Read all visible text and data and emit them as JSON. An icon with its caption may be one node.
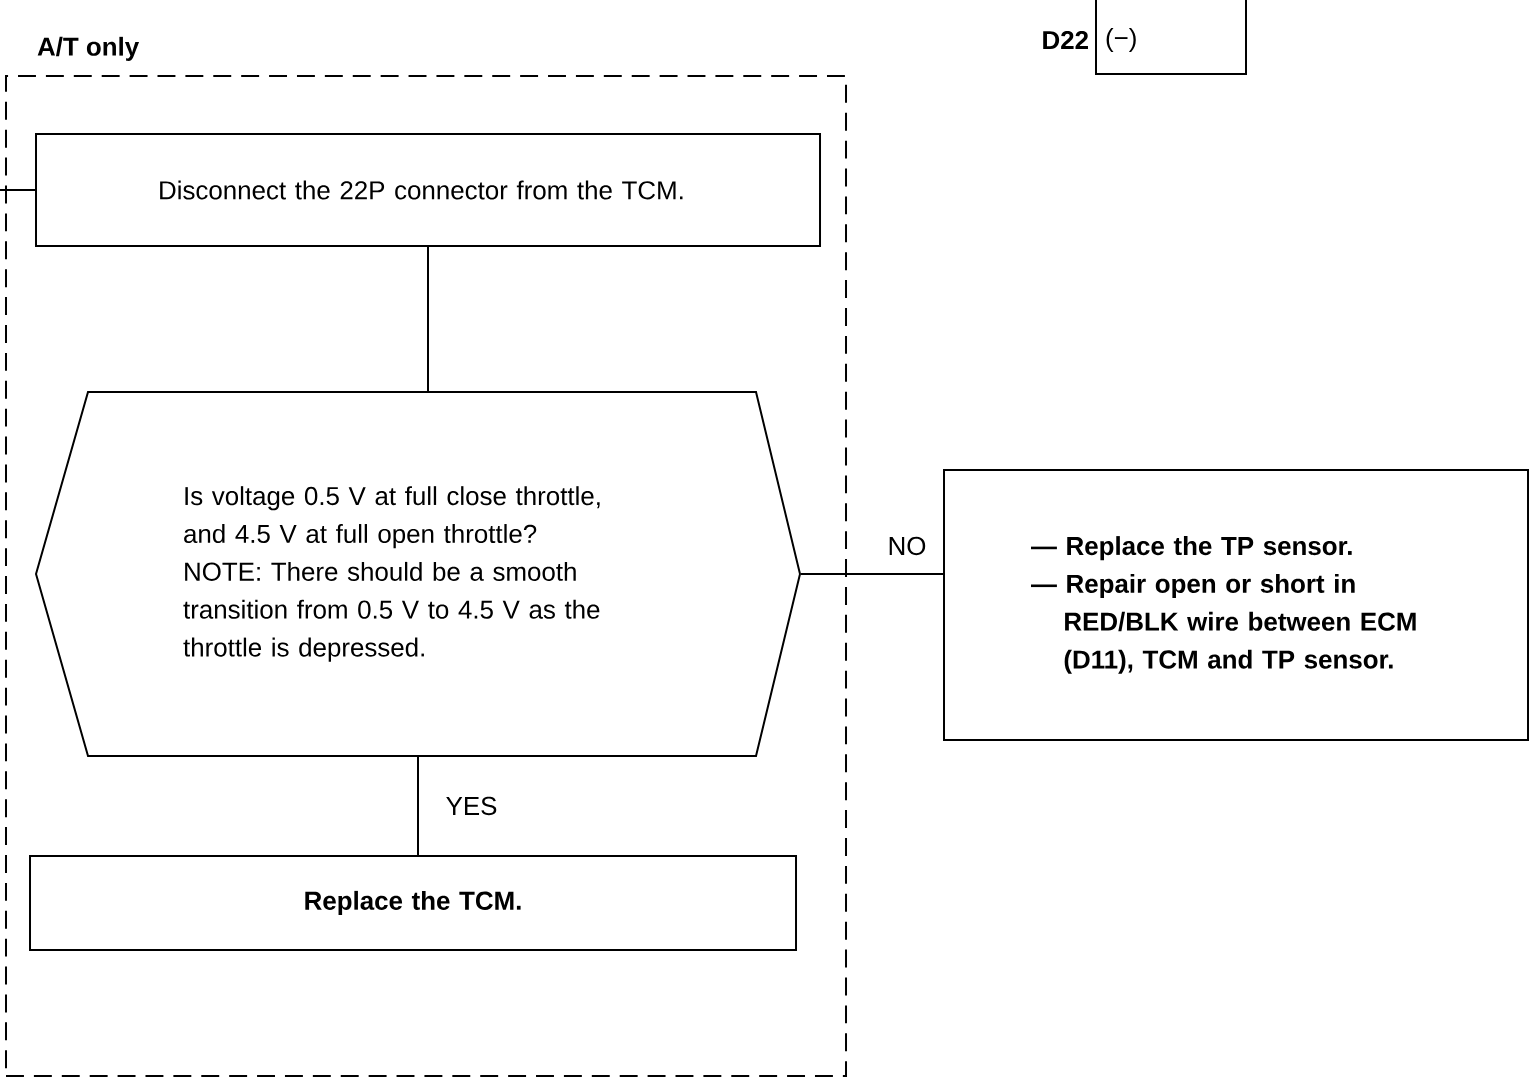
{
  "diagram": {
    "nodes": [
      {
        "text": [
          "A/T only"
        ]
      },
      {
        "text": [
          "Disconnect the 22P connector from the TCM."
        ],
        "in": 0
      },
      {
        "text": [
          "Is voltage 0.5 V at full close throttle, and 4.5 V at full open throttle?",
          "NOTE: There should be a smooth transition from 0.5 V to 4.5 V as the throttle is depressed."
        ],
        "in": 0
      },
      {
        "text": [
          "Replace the TCM."
        ],
        "in": 0
      },
      {
        "text": [
          "— Replace the TP sensor.",
          "— Repair open or short in RED/BLK wire between ECM (D11), TCM and TP sensor."
        ]
      },
      {
        "text": [
          "(−)"
        ],
        "beside": [
          "D22"
        ]
      }
    ],
    "edges": [
      {
        "from": null,
        "to": 1,
        "arrow": "none"
      },
      {
        "from": 1,
        "to": 2,
        "arrow": "none"
      },
      {
        "from": 2,
        "to": 3,
        "arrow": "none",
        "label": "YES"
      },
      {
        "from": 2,
        "to": 4,
        "arrow": "none",
        "label": "NO"
      }
    ]
  }
}
